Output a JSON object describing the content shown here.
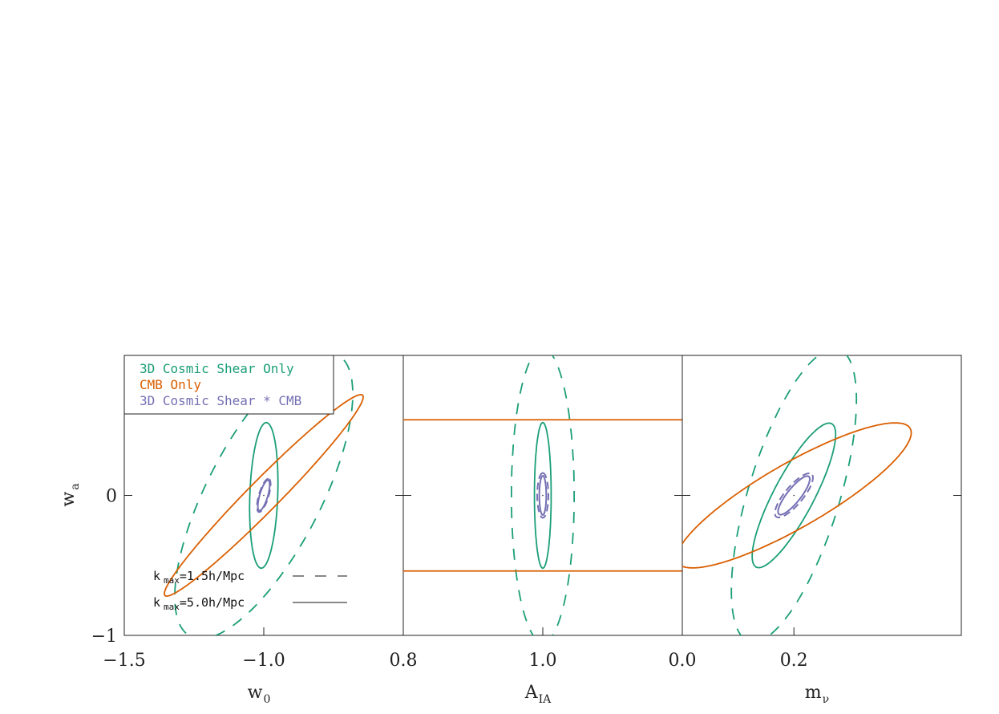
{
  "colors": {
    "shear": "#1b9e77",
    "cmb": "#d95f02",
    "combined": "#7570b3",
    "frame": "#222222"
  },
  "legend": {
    "entries": [
      {
        "label": "3D Cosmic Shear Only",
        "color_key": "shear"
      },
      {
        "label": "CMB Only",
        "color_key": "cmb"
      },
      {
        "label": "3D Cosmic Shear * CMB",
        "color_key": "combined"
      }
    ]
  },
  "kmax_legend": {
    "entries": [
      {
        "k": "k",
        "sub": "max",
        "rest": "=1.5h/Mpc",
        "style": "dashed"
      },
      {
        "k": "k",
        "sub": "max",
        "rest": "=5.0h/Mpc",
        "style": "solid"
      }
    ]
  },
  "chart_data": {
    "type": "contour-ellipses",
    "shared_y": {
      "label_main": "w",
      "label_sub": "a",
      "ylim": [
        -1.0,
        1.0
      ],
      "ticks": [
        {
          "value": 0,
          "label": "0"
        },
        {
          "value": -1,
          "label": "−1"
        }
      ]
    },
    "panels": [
      {
        "name": "w0-panel",
        "xlabel_main": "w",
        "xlabel_sub": "0",
        "xlim": [
          -1.5,
          -0.5
        ],
        "ticks": [
          {
            "value": -1.5,
            "label": "−1.5"
          },
          {
            "value": -1.0,
            "label": "−1.0"
          }
        ],
        "center": [
          -1.0,
          0.0
        ],
        "ellipses": [
          {
            "series": "shear",
            "style": "dashed",
            "a": 1.05,
            "b": 0.22,
            "angle_deg": 77
          },
          {
            "series": "shear",
            "style": "solid",
            "a": 0.52,
            "b": 0.05,
            "angle_deg": 89
          },
          {
            "series": "cmb",
            "style": "solid",
            "a": 0.8,
            "b": 0.07,
            "angle_deg": 64
          },
          {
            "series": "combined",
            "style": "dashed",
            "a": 0.12,
            "b": 0.018,
            "angle_deg": 82
          },
          {
            "series": "combined",
            "style": "solid",
            "a": 0.11,
            "b": 0.015,
            "angle_deg": 82
          }
        ],
        "hlines": []
      },
      {
        "name": "aia-panel",
        "xlabel_main": "A",
        "xlabel_sub": "IA",
        "xlim": [
          0.8,
          1.2
        ],
        "ticks": [
          {
            "value": 0.8,
            "label": "0.8"
          },
          {
            "value": 1.0,
            "label": "1.0"
          }
        ],
        "center": [
          1.0,
          0.0
        ],
        "ellipses": [
          {
            "series": "shear",
            "style": "dashed",
            "a": 1.05,
            "b": 0.045,
            "angle_deg": 90
          },
          {
            "series": "shear",
            "style": "solid",
            "a": 0.52,
            "b": 0.012,
            "angle_deg": 90
          },
          {
            "series": "combined",
            "style": "dashed",
            "a": 0.16,
            "b": 0.008,
            "angle_deg": 90
          },
          {
            "series": "combined",
            "style": "solid",
            "a": 0.14,
            "b": 0.005,
            "angle_deg": 90
          }
        ],
        "hlines": [
          {
            "series": "cmb",
            "style": "solid",
            "y": 0.54
          },
          {
            "series": "cmb",
            "style": "solid",
            "y": -0.54
          }
        ]
      },
      {
        "name": "mnu-panel",
        "xlabel_main": "m",
        "xlabel_sub": "ν",
        "xlim": [
          0.0,
          0.5
        ],
        "ticks": [
          {
            "value": 0.0,
            "label": "0.0"
          },
          {
            "value": 0.2,
            "label": "0.2"
          }
        ],
        "center": [
          0.2,
          0.0
        ],
        "ellipses": [
          {
            "series": "shear",
            "style": "dashed",
            "a": 1.05,
            "b": 0.085,
            "angle_deg": 86
          },
          {
            "series": "shear",
            "style": "solid",
            "a": 0.52,
            "b": 0.04,
            "angle_deg": 83
          },
          {
            "series": "cmb",
            "style": "solid",
            "a": 0.55,
            "b": 0.1,
            "angle_deg": 70
          },
          {
            "series": "combined",
            "style": "dashed",
            "a": 0.16,
            "b": 0.02,
            "angle_deg": 80
          },
          {
            "series": "combined",
            "style": "solid",
            "a": 0.14,
            "b": 0.015,
            "angle_deg": 80
          }
        ],
        "hlines": []
      }
    ]
  }
}
